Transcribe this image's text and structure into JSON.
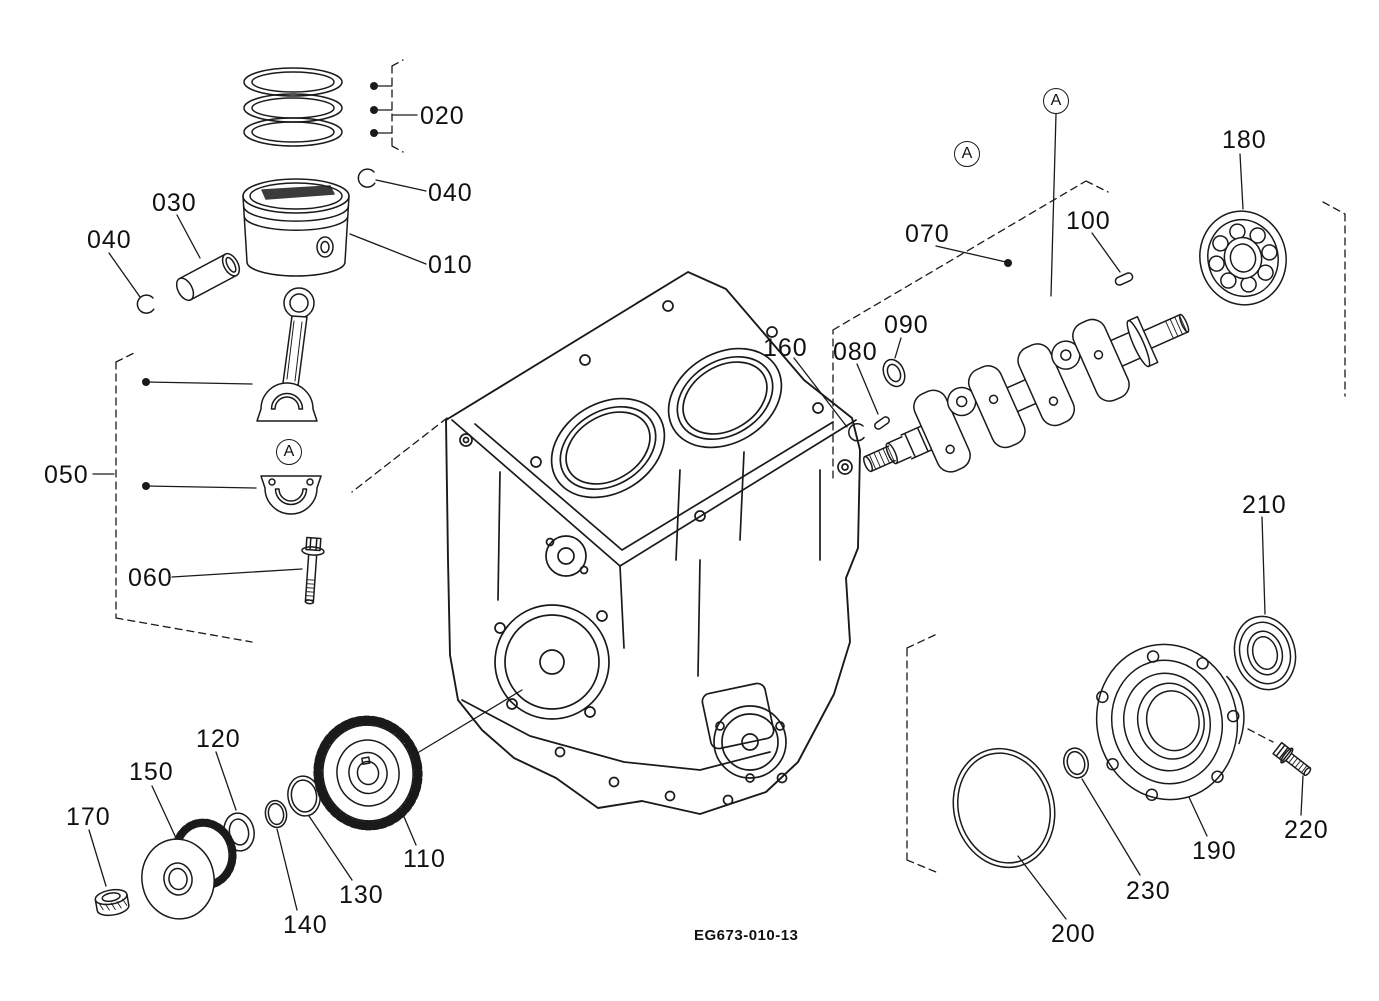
{
  "diagram": {
    "type": "exploded-parts-diagram",
    "drawing_number": "EG673-010-13",
    "colors": {
      "line": "#1a1a1a",
      "background": "#ffffff"
    }
  },
  "labels": [
    {
      "text": "020"
    },
    {
      "text": "040"
    },
    {
      "text": "030"
    },
    {
      "text": "040"
    },
    {
      "text": "010"
    },
    {
      "text": "050"
    },
    {
      "text": "060"
    },
    {
      "text": "070"
    },
    {
      "text": "100"
    },
    {
      "text": "090"
    },
    {
      "text": "080"
    },
    {
      "text": "160"
    },
    {
      "text": "180"
    },
    {
      "text": "210"
    },
    {
      "text": "110"
    },
    {
      "text": "120"
    },
    {
      "text": "130"
    },
    {
      "text": "140"
    },
    {
      "text": "150"
    },
    {
      "text": "170"
    },
    {
      "text": "190"
    },
    {
      "text": "200"
    },
    {
      "text": "230"
    },
    {
      "text": "220"
    }
  ],
  "markers": [
    {
      "text": "A"
    },
    {
      "text": "A"
    },
    {
      "text": "A"
    }
  ]
}
